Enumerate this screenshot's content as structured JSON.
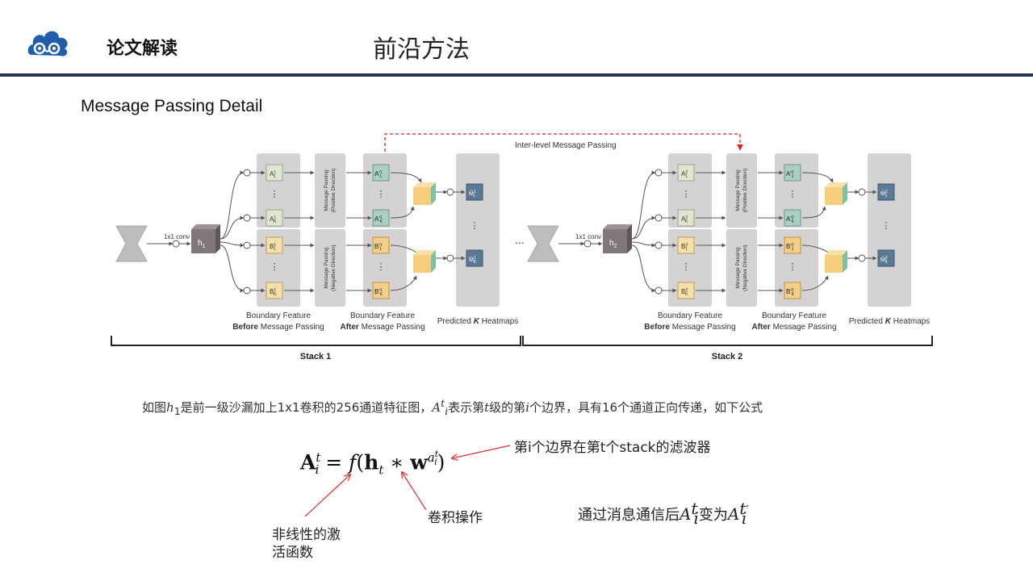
{
  "header": {
    "section_label": "论文解读",
    "slide_title": "前沿方法"
  },
  "subtitle": "Message Passing Detail",
  "diagram": {
    "inter_level_label": "Inter-level Message Passing",
    "conv_label": "1x1 conv",
    "dots": "...",
    "stack1": {
      "label": "Stack 1",
      "h": "h",
      "h_sub": "1",
      "a_top": "A",
      "a_top_idx": "1",
      "a_top_sup": "1",
      "a_bot": "A",
      "a_bot_idx": "K",
      "a_bot_sup": "1",
      "b_top": "B",
      "b_top_idx": "1",
      "b_top_sup": "1",
      "b_bot": "B",
      "b_bot_idx": "K",
      "b_bot_sup": "1",
      "ap_top": "A′",
      "ap_top_idx": "1",
      "ap_top_sup": "1",
      "ap_bot": "A′",
      "ap_bot_idx": "K",
      "ap_bot_sup": "1",
      "bp_top": "B′",
      "bp_top_idx": "1",
      "bp_top_sup": "1",
      "bp_bot": "B′",
      "bp_bot_idx": "K",
      "bp_bot_sup": "1",
      "m_top": "M̂",
      "m_top_idx": "1",
      "m_top_sup": "1",
      "m_bot": "M̂",
      "m_bot_idx": "K",
      "m_bot_sup": "1"
    },
    "stack2": {
      "label": "Stack 2",
      "h": "h",
      "h_sub": "2",
      "a_top": "A",
      "a_top_idx": "1",
      "a_top_sup": "2",
      "a_bot": "A",
      "a_bot_idx": "K",
      "a_bot_sup": "2",
      "b_top": "B",
      "b_top_idx": "1",
      "b_top_sup": "2",
      "b_bot": "B",
      "b_bot_idx": "K",
      "b_bot_sup": "2",
      "ap_top": "A′",
      "ap_top_idx": "1",
      "ap_top_sup": "2",
      "ap_bot": "A′",
      "ap_bot_idx": "K",
      "ap_bot_sup": "2",
      "bp_top": "B′",
      "bp_top_idx": "1",
      "bp_top_sup": "2",
      "bp_bot": "B′",
      "bp_bot_idx": "K",
      "bp_bot_sup": "2",
      "m_top": "M̂",
      "m_top_idx": "1",
      "m_top_sup": "2",
      "m_bot": "M̂",
      "m_bot_idx": "K",
      "m_bot_sup": "2"
    },
    "mp_positive": "Message Passing",
    "mp_positive_dir": "(Positive Direction)",
    "mp_negative": "Message Passing",
    "mp_negative_dir": "(Negative Direction)",
    "bf_before_1": "Boundary Feature",
    "bf_before_2a": "Before",
    "bf_before_2b": " Message Passing",
    "bf_after_1": "Boundary Feature",
    "bf_after_2a": "After",
    "bf_after_2b": " Message Passing",
    "heatmaps_a": "Predicted ",
    "heatmaps_k": "K",
    "heatmaps_b": " Heatmaps",
    "colors": {
      "panel": "#d4d2d2",
      "a_box": "#dfe7cf",
      "b_box": "#f6dfa8",
      "ap_box": "#a9d0c2",
      "bp_box": "#f3d089",
      "merge_box": "#f5cf7c",
      "heatmap_box": "#5b7995",
      "h_box": "#7f7778",
      "hourglass": "#bdbdbd",
      "inter_arrow": "#e02020"
    }
  },
  "description": {
    "p1": "如图",
    "h": "h",
    "h_sub": "1",
    "p2": "是前一级沙漏加上1x1卷积的256通道特征图，",
    "a": "A",
    "a_sub": "i",
    "a_sup": "t",
    "p3": "表示第",
    "t": "t",
    "p4": "级的第",
    "i": "i",
    "p5": "个边界，具有16个通道正向传递，如下公式"
  },
  "formula": {
    "A": "A",
    "A_sup": "t",
    "A_sub": "i",
    "eq": " = ",
    "f": "f",
    "open": "(",
    "h": "h",
    "h_sub": "t",
    "star": " ∗ ",
    "w": "w",
    "w_sup": "a",
    "w_sup_sup": "t",
    "w_sup_sub": "i",
    "close": ")"
  },
  "annotations": {
    "filter": "第i个边界在第t个stack的滤波器",
    "conv_op": "卷积操作",
    "activation_1": "非线性的激",
    "activation_2": "活函数",
    "after_p1": "通过消息通信后",
    "after_A": "A",
    "after_A_sub": "i",
    "after_A_sup": "t",
    "after_p2": "变为",
    "after_Ap": "A",
    "after_Ap_sub": "i",
    "after_Ap_sup": "t",
    "prime": "′"
  }
}
